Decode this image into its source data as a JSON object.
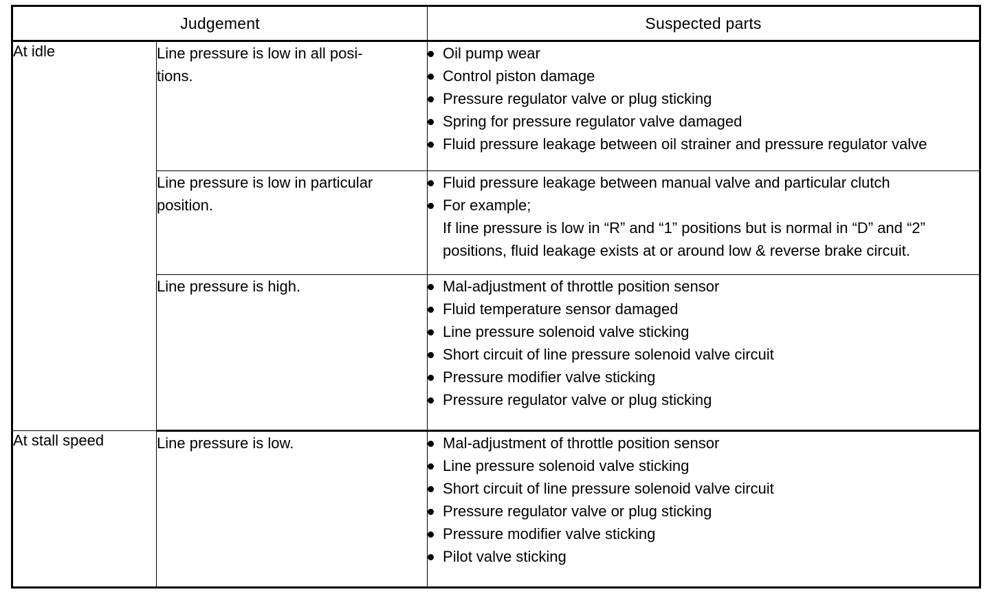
{
  "table": {
    "headers": {
      "judgement": "Judgement",
      "suspected_parts": "Suspected parts"
    },
    "conditions": [
      {
        "label": "At idle"
      },
      {
        "label": "At stall speed"
      }
    ],
    "rows": [
      {
        "condition": "At idle",
        "judgement": "Line pressure is low in all posi-\ntions.",
        "parts": [
          {
            "text": "Oil pump wear"
          },
          {
            "text": "Control piston damage"
          },
          {
            "text": "Pressure regulator valve or plug sticking"
          },
          {
            "text": "Spring for pressure regulator valve damaged"
          },
          {
            "text": "Fluid pressure leakage between oil strainer and pressure regulator valve"
          }
        ]
      },
      {
        "condition": "At idle",
        "judgement": "Line pressure is low in particular\nposition.",
        "parts": [
          {
            "text": "Fluid pressure leakage between manual valve and particular clutch"
          },
          {
            "text": "For example;",
            "continuation": "If line pressure is low in “R” and “1” positions but is normal in “D” and “2” positions, fluid leakage exists at or around low & reverse brake circuit."
          }
        ]
      },
      {
        "condition": "At idle",
        "judgement": "Line pressure is high.",
        "parts": [
          {
            "text": "Mal-adjustment of throttle position sensor"
          },
          {
            "text": "Fluid temperature sensor damaged"
          },
          {
            "text": "Line pressure solenoid valve sticking"
          },
          {
            "text": "Short circuit of line pressure solenoid valve circuit"
          },
          {
            "text": "Pressure modifier valve sticking"
          },
          {
            "text": "Pressure regulator valve or plug sticking"
          }
        ]
      },
      {
        "condition": "At stall speed",
        "judgement": "Line pressure is low.",
        "parts": [
          {
            "text": "Mal-adjustment of throttle position sensor"
          },
          {
            "text": "Line pressure solenoid valve sticking"
          },
          {
            "text": "Short circuit of line pressure solenoid valve circuit"
          },
          {
            "text": "Pressure regulator valve or plug sticking"
          },
          {
            "text": "Pressure modifier valve sticking"
          },
          {
            "text": "Pilot valve sticking"
          }
        ]
      }
    ]
  },
  "style": {
    "ink_color": "#000000",
    "paper_color": "#ffffff"
  }
}
